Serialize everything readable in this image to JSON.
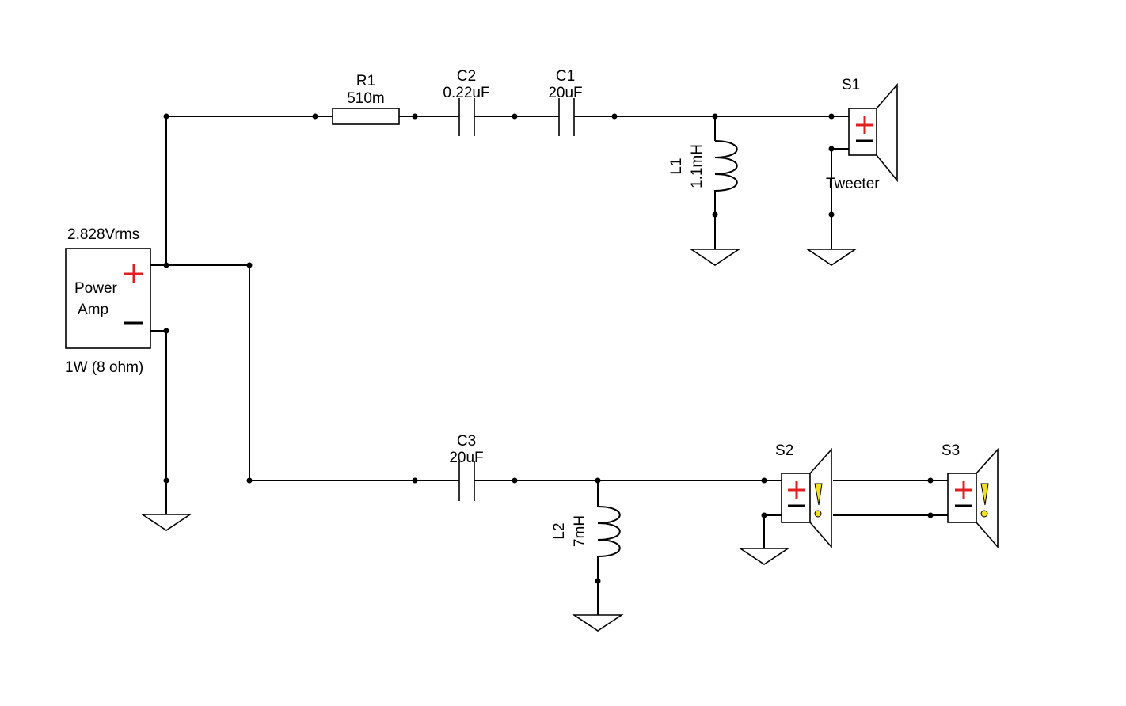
{
  "power_amp": {
    "line1": "Power",
    "line2": "Amp",
    "voltage": "2.828Vrms",
    "rating": "1W (8 ohm)"
  },
  "components": {
    "r1": {
      "name": "R1",
      "value": "510m"
    },
    "c2": {
      "name": "C2",
      "value": "0.22uF"
    },
    "c1": {
      "name": "C1",
      "value": "20uF"
    },
    "l1": {
      "name": "L1",
      "value": "1.1mH"
    },
    "c3": {
      "name": "C3",
      "value": "20uF"
    },
    "l2": {
      "name": "L2",
      "value": "7mH"
    }
  },
  "speakers": {
    "s1": {
      "name": "S1",
      "label": "Tweeter"
    },
    "s2": {
      "name": "S2"
    },
    "s3": {
      "name": "S3"
    }
  },
  "colors": {
    "wire": "#000000",
    "plus": "#e02020",
    "warning": "#f0e020"
  }
}
